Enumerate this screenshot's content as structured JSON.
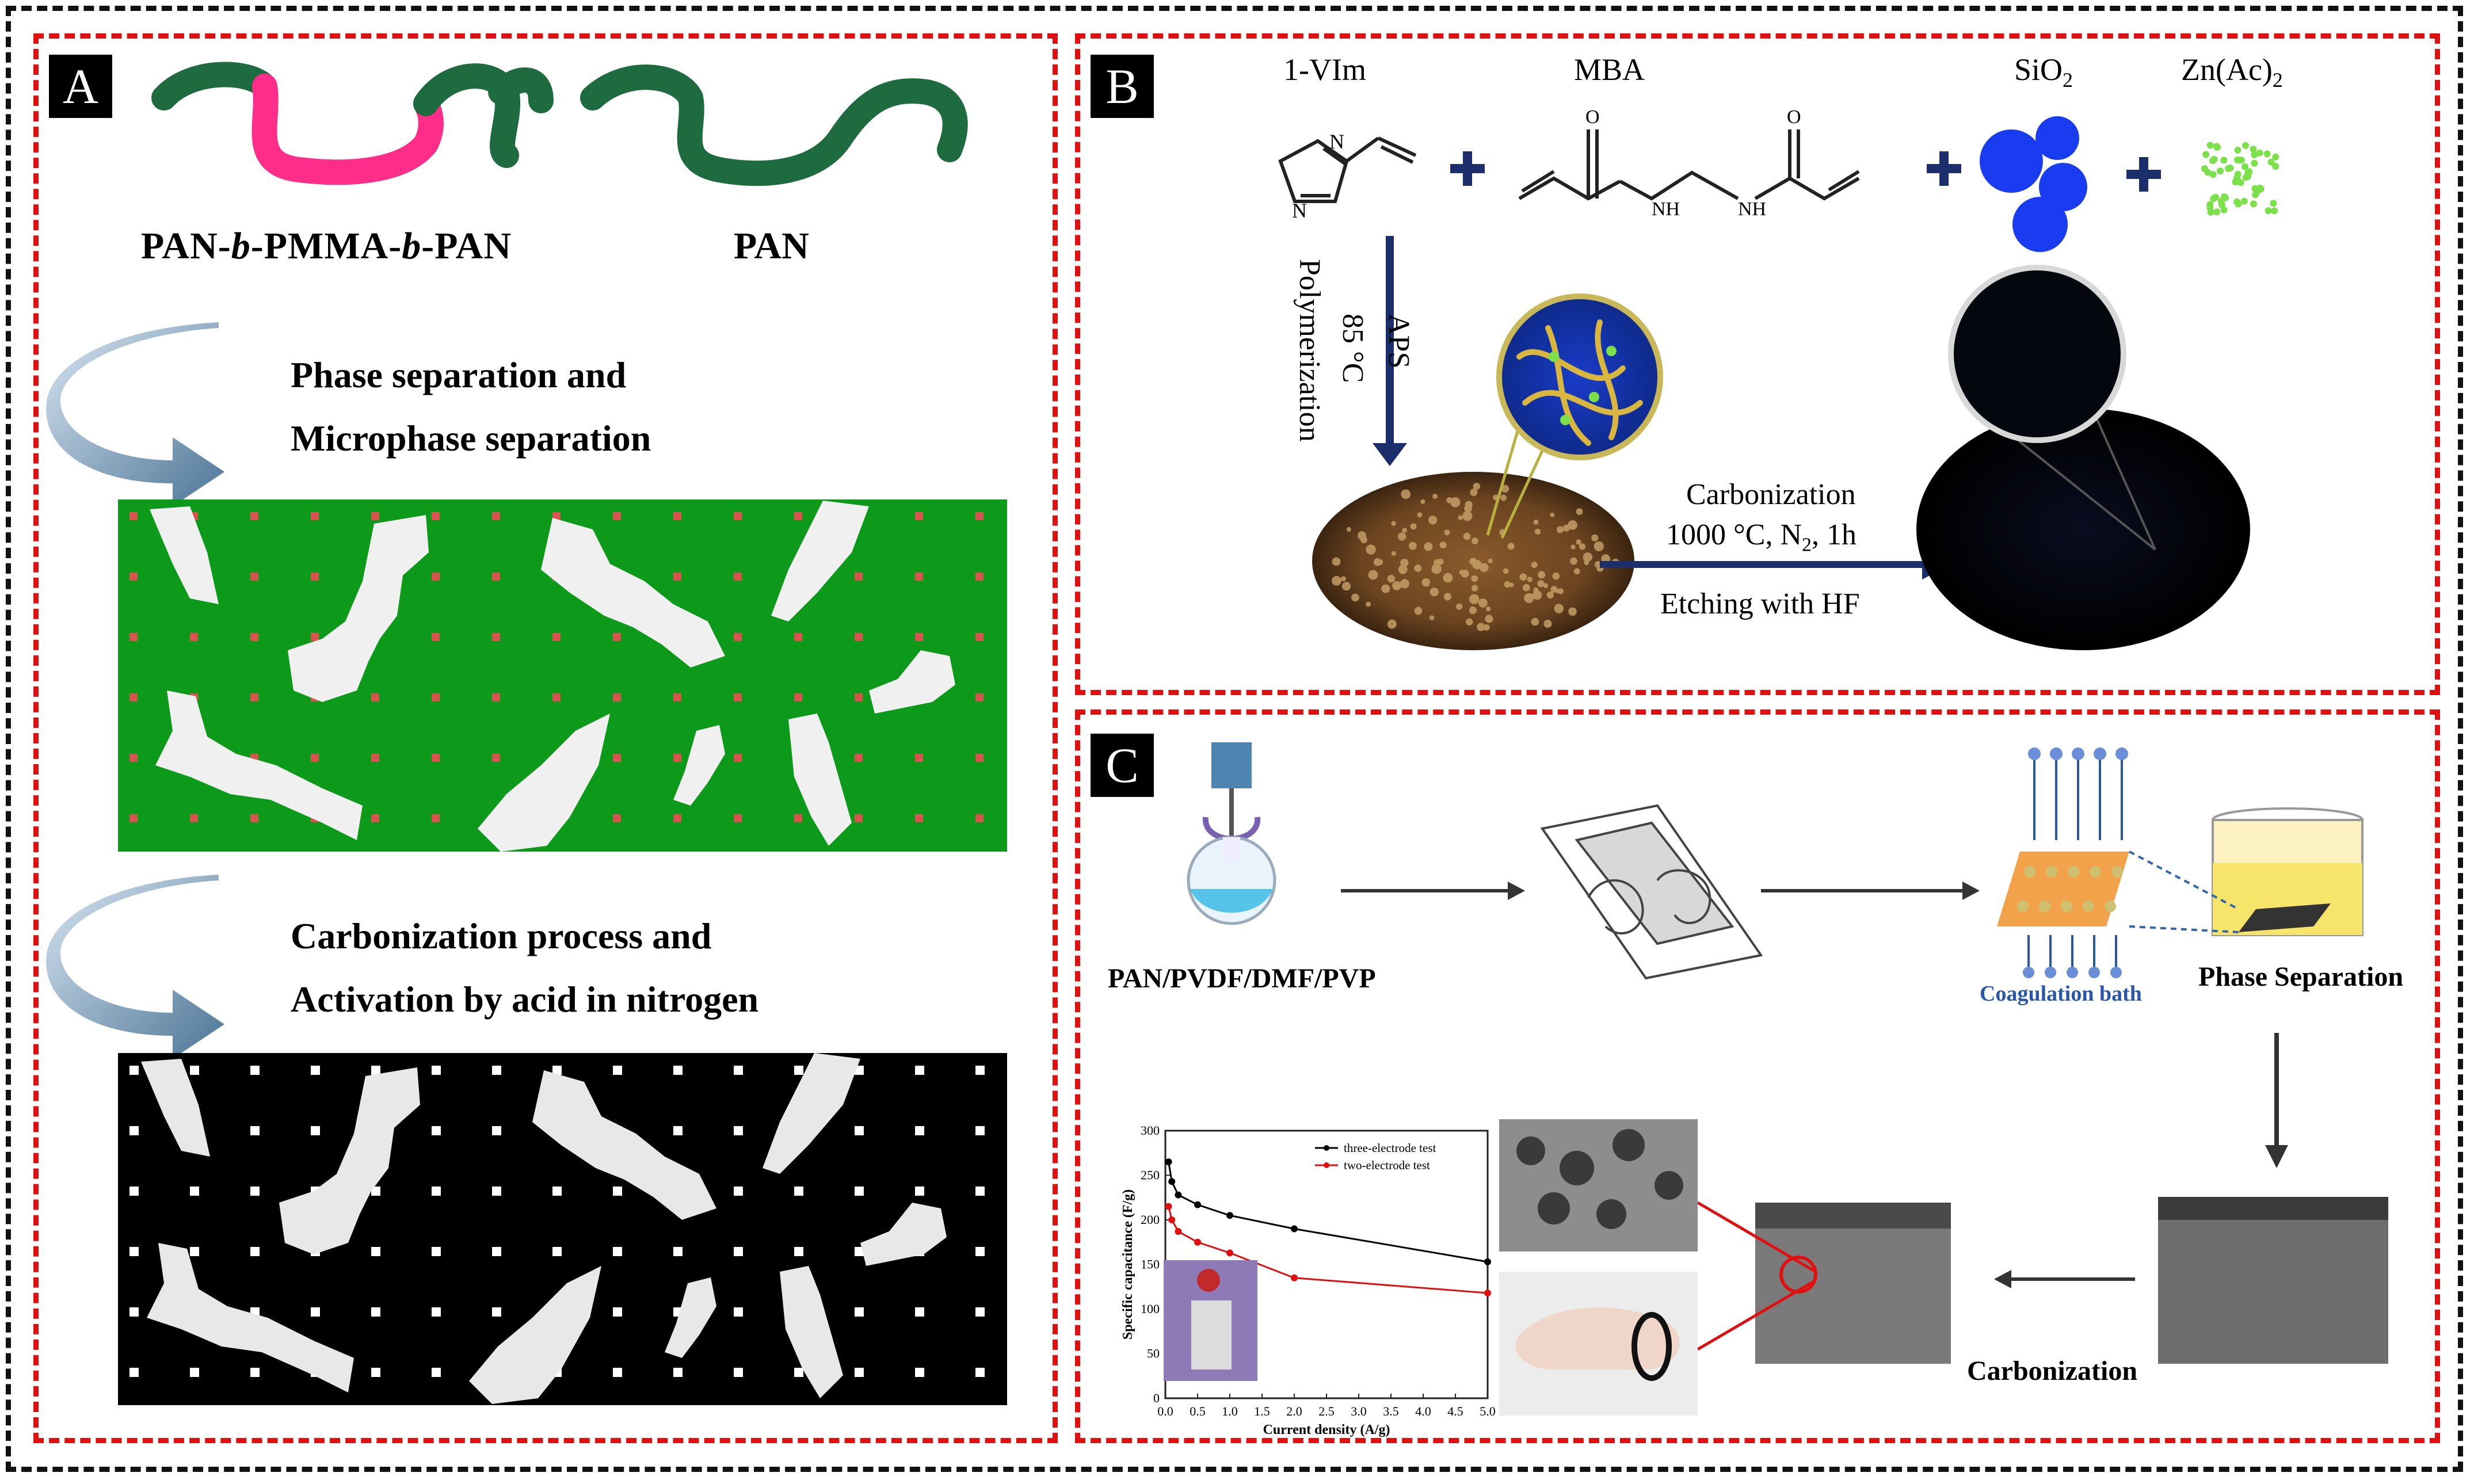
{
  "panels": {
    "a": {
      "tag": "A",
      "polymer1": "PAN-b-PMMA-b-PAN",
      "polymer1_parts": [
        "PAN-",
        "b",
        "-PMMA-",
        "b",
        "-PAN"
      ],
      "polymer2": "PAN",
      "step1_line1": "Phase separation and",
      "step1_line2": "Microphase separation",
      "step2_line1": "Carbonization process and",
      "step2_line2": "Activation by acid in nitrogen"
    },
    "b": {
      "tag": "B",
      "reagent1": "1-VIm",
      "reagent2": "MBA",
      "reagent3": "SiO",
      "reagent3_sub": "2",
      "reagent4": "Zn(Ac)",
      "reagent4_sub": "2",
      "atom_n": "N",
      "atom_nh": "NH",
      "atom_h": "H",
      "atom_o": "O",
      "cond1": "APS",
      "cond2": "85 °C",
      "cond3": "Polymerization",
      "carb1": "Carbonization",
      "carb2_pre": "1000 °C, N",
      "carb2_sub": "2",
      "carb2_post": ", 1h",
      "etch": "Etching with HF"
    },
    "c": {
      "tag": "C",
      "solution": "PAN/PVDF/DMF/PVP",
      "bath": "Coagulation bath",
      "phase_sep": "Phase Separation",
      "carbonization": "Carbonization"
    }
  },
  "colors": {
    "panel_border": "#e01010",
    "outer_border": "#111111",
    "pan_green": "#1e6b3f",
    "pmma_pink": "#ff2d8a",
    "matrix_green": "#0d9a1a",
    "pore_red": "#d9534f",
    "arrow_navy": "#1c2e6b",
    "sio2_blue": "#1a3cf0",
    "zn_green": "#7be04a"
  },
  "chart_data": {
    "type": "line",
    "xlabel": "Current density (A/g)",
    "ylabel": "Specific capacitance (F/g)",
    "xlim": [
      0,
      5
    ],
    "ylim": [
      0,
      300
    ],
    "xticks": [
      "0.0",
      "0.5",
      "1.0",
      "1.5",
      "2.0",
      "2.5",
      "3.0",
      "3.5",
      "4.0",
      "4.5",
      "5.0"
    ],
    "yticks": [
      "0",
      "50",
      "100",
      "150",
      "200",
      "250",
      "300"
    ],
    "legend_position": "top-right",
    "series": [
      {
        "name": "three-electrode test",
        "color": "#000000",
        "x": [
          0.05,
          0.1,
          0.2,
          0.5,
          1.0,
          2.0,
          5.0
        ],
        "y": [
          265,
          243,
          228,
          217,
          205,
          190,
          153
        ]
      },
      {
        "name": "two-electrode test",
        "color": "#e01010",
        "x": [
          0.05,
          0.1,
          0.2,
          0.5,
          1.0,
          2.0,
          5.0
        ],
        "y": [
          215,
          200,
          187,
          175,
          163,
          135,
          118
        ]
      }
    ]
  }
}
